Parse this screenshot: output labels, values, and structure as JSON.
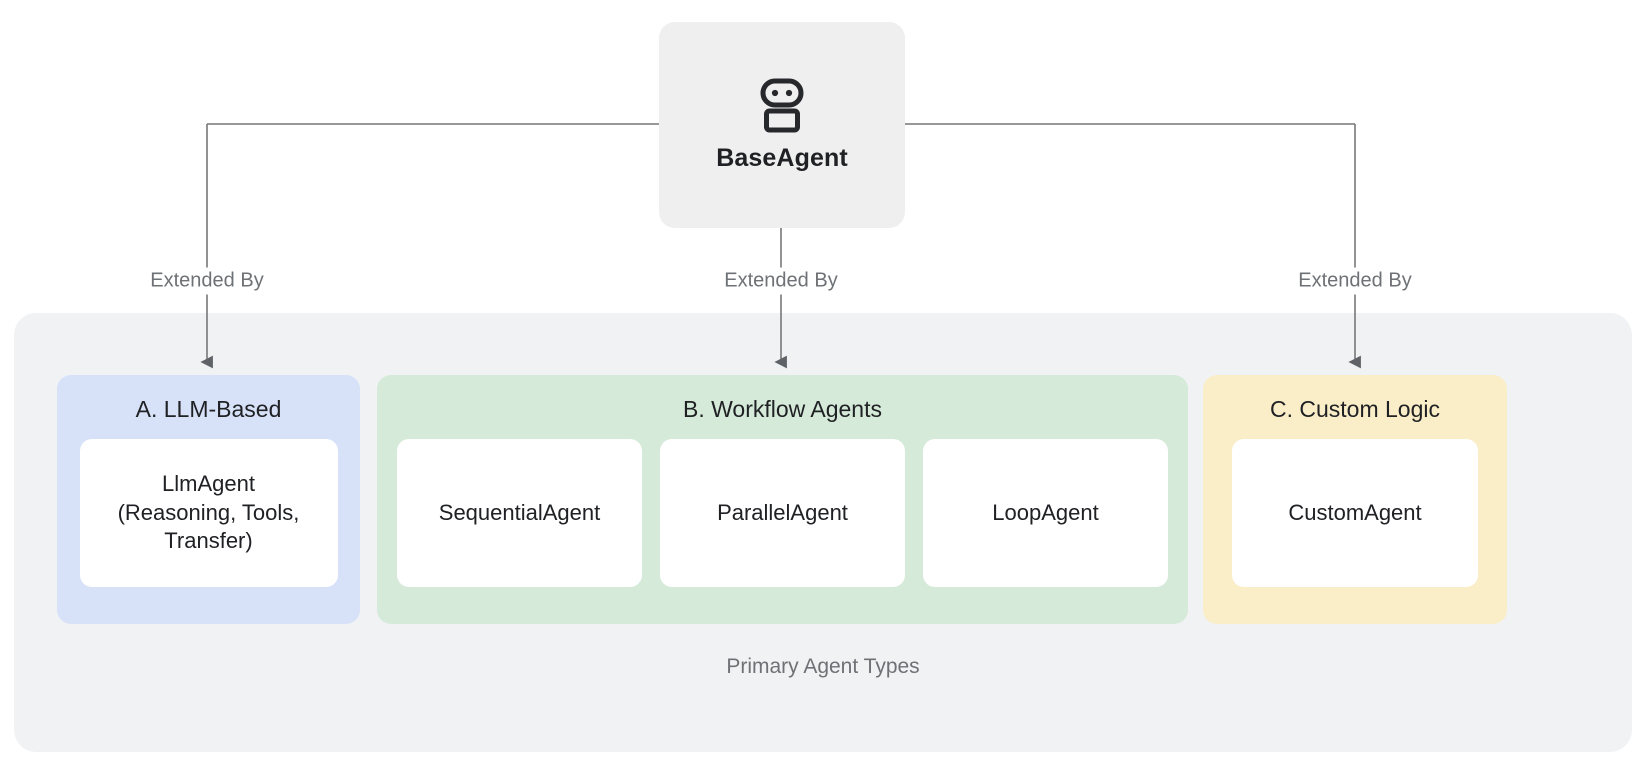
{
  "diagram": {
    "root": {
      "label": "BaseAgent",
      "icon": "robot-icon"
    },
    "edge_label": "Extended By",
    "edges": [
      {
        "label": "Extended By"
      },
      {
        "label": "Extended By"
      },
      {
        "label": "Extended By"
      }
    ],
    "group": {
      "caption": "Primary Agent Types"
    },
    "categories": [
      {
        "id": "llm-based",
        "title": "A. LLM-Based",
        "color": "#d7e2f9",
        "items": [
          {
            "label": "LlmAgent\n(Reasoning, Tools,\nTransfer)"
          }
        ]
      },
      {
        "id": "workflow-agents",
        "title": "B. Workflow Agents",
        "color": "#d6ead9",
        "items": [
          {
            "label": "SequentialAgent"
          },
          {
            "label": "ParallelAgent"
          },
          {
            "label": "LoopAgent"
          }
        ]
      },
      {
        "id": "custom-logic",
        "title": "C. Custom Logic",
        "color": "#faeec8",
        "items": [
          {
            "label": "CustomAgent"
          }
        ]
      }
    ],
    "colors": {
      "canvas": "#ffffff",
      "root_card": "#efefef",
      "group_panel": "#f1f2f4",
      "connector": "#757779",
      "leaf": "#ffffff",
      "text_primary": "#202124",
      "text_muted": "#6e7175"
    }
  }
}
